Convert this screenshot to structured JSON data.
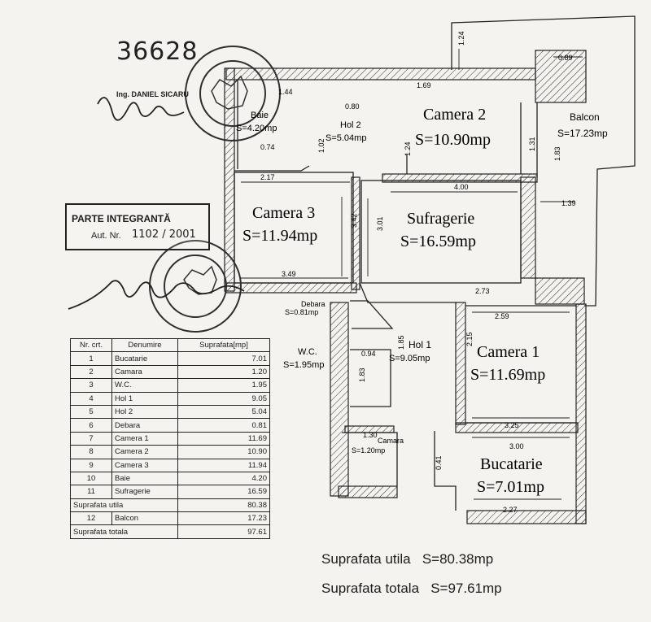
{
  "reference_number": "36628",
  "engineer": "Ing. DANIEL SICARU",
  "stamp_box": {
    "line1": "PARTE INTEGRANTĂ",
    "line2": "Aut. Nr.",
    "number": "1102 / 2001"
  },
  "rooms": [
    {
      "id": "camera2",
      "name": "Camera 2",
      "area": "S=10.90mp"
    },
    {
      "id": "balcon",
      "name": "Balcon",
      "area": "S=17.23mp"
    },
    {
      "id": "baie",
      "name": "Baie",
      "area": "S=4.20mp"
    },
    {
      "id": "hol2",
      "name": "Hol 2",
      "area": "S=5.04mp"
    },
    {
      "id": "camera3",
      "name": "Camera 3",
      "area": "S=11.94mp"
    },
    {
      "id": "sufragerie",
      "name": "Sufragerie",
      "area": "S=16.59mp"
    },
    {
      "id": "debara",
      "name": "Debara",
      "area": "S=0.81mp"
    },
    {
      "id": "wc",
      "name": "W.C.",
      "area": "S=1.95mp"
    },
    {
      "id": "hol1",
      "name": "Hol 1",
      "area": "S=9.05mp"
    },
    {
      "id": "camera1",
      "name": "Camera 1",
      "area": "S=11.69mp"
    },
    {
      "id": "camara",
      "name": "Camara",
      "area": "S=1.20mp"
    },
    {
      "id": "bucatarie",
      "name": "Bucatarie",
      "area": "S=7.01mp"
    }
  ],
  "dimensions": [
    "1.24",
    "0.89",
    "1.44",
    "1.69",
    "0.80",
    "1.02",
    "0.74",
    "1.24",
    "1.31",
    "1.83",
    "2.17",
    "4.00",
    "1.39",
    "3.42",
    "3.01",
    "3.49",
    "2.73",
    "2.59",
    "0.94",
    "1.85",
    "2.15",
    "1.83",
    "3.25",
    "1.30",
    "3.00",
    "0.41",
    "2.27"
  ],
  "table": {
    "headers": [
      "Nr. crt.",
      "Denumire",
      "Suprafata[mp]"
    ],
    "rows": [
      [
        "1",
        "Bucatarie",
        "7.01"
      ],
      [
        "2",
        "Camara",
        "1.20"
      ],
      [
        "3",
        "W.C.",
        "1.95"
      ],
      [
        "4",
        "Hol 1",
        "9.05"
      ],
      [
        "5",
        "Hol 2",
        "5.04"
      ],
      [
        "6",
        "Debara",
        "0.81"
      ],
      [
        "7",
        "Camera 1",
        "11.69"
      ],
      [
        "8",
        "Camera 2",
        "10.90"
      ],
      [
        "9",
        "Camera 3",
        "11.94"
      ],
      [
        "10",
        "Baie",
        "4.20"
      ],
      [
        "11",
        "Sufragerie",
        "16.59"
      ]
    ],
    "subtotal": [
      "Suprafata utila",
      "80.38"
    ],
    "extra_row": [
      "12",
      "Balcon",
      "17.23"
    ],
    "total": [
      "Suprafata totala",
      "97.61"
    ]
  },
  "totals": {
    "utila_label": "Suprafata utila",
    "utila_value": "S=80.38mp",
    "totala_label": "Suprafata totala",
    "totala_value": "S=97.61mp"
  },
  "colors": {
    "ink": "#1d1d1d",
    "paper": "#f4f3ef",
    "stamp": "#2f2f2f"
  }
}
